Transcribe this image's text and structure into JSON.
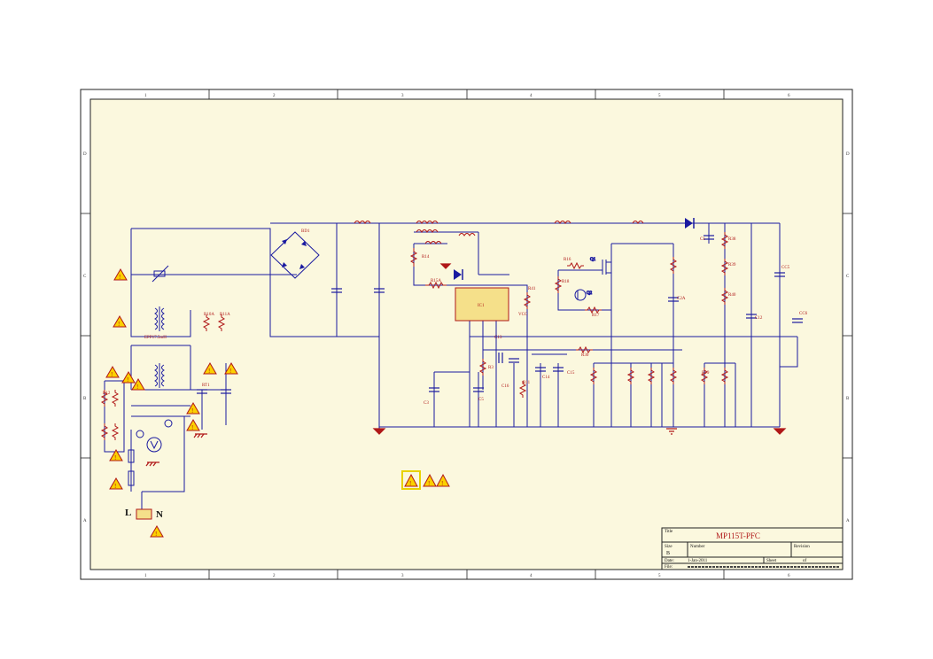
{
  "colors": {
    "paper": "#fbf8de",
    "border": "#222222",
    "wire": "#1a1aa0",
    "component": "#b01818",
    "ic_fill": "#f5e08a",
    "warning_fill": "#fbd000",
    "selection": "#e8d200"
  },
  "zones": {
    "columns": [
      "1",
      "2",
      "3",
      "4",
      "5",
      "6"
    ],
    "rows": [
      "D",
      "C",
      "B",
      "A"
    ]
  },
  "title_block": {
    "title_caption": "Title",
    "title": "MP115T-PFC",
    "size_caption": "Size",
    "size": "B",
    "number_caption": "Number",
    "revision_caption": "Revision",
    "date_caption": "Date:",
    "date": "1-Jan-2011",
    "sheet_caption": "Sheet",
    "sheet_of": "of",
    "file_caption": "File:"
  },
  "labels": {
    "bridge": "BD1",
    "ic": "IC1",
    "transformer": "EPP17.5mH",
    "line_label": "L",
    "neutral_label": "N",
    "q1": "Q1",
    "q2": "Q2",
    "r14": "R14",
    "r15a": "R15A",
    "r12": "R12",
    "r16": "R16",
    "r17": "R17",
    "r18": "R18",
    "r19": "R19",
    "r30": "R30",
    "r38": "R38",
    "r39": "R39",
    "r40": "R40",
    "r41": "R41",
    "c1": "C1",
    "c12": "C12",
    "c13": "C13",
    "c14": "C14",
    "c15": "C15",
    "c16": "C16",
    "c2a": "C2A",
    "c3": "C3",
    "c5": "C5",
    "cc5": "CC5",
    "cc6": "CC6",
    "rt1": "RT1",
    "vcc": "VCC",
    "r10a": "R10A",
    "r11a": "R11A",
    "r3": "R3",
    "r11": "R11"
  }
}
